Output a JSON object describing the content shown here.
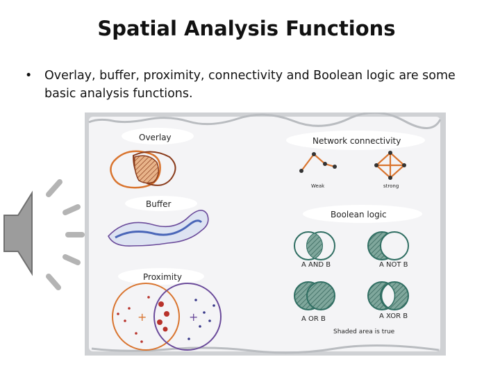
{
  "slide": {
    "title": "Spatial Analysis Functions",
    "bullet": "Overlay, buffer, proximity, connectivity and Boolean logic are some basic analysis functions."
  },
  "figure": {
    "overlay_label": "Overlay",
    "buffer_label": "Buffer",
    "proximity_label": "Proximity",
    "network_label": "Network connectivity",
    "network_weak": "Weak",
    "network_strong": "strong",
    "boolean_label": "Boolean logic",
    "ops": {
      "and": "A AND B",
      "not": "A NOT B",
      "or": "A OR B",
      "xor": "A XOR B"
    },
    "shaded_caption": "Shaded area is true",
    "colors": {
      "orange": "#d9742e",
      "purple": "#6a4a9a",
      "teal": "#2f6e62",
      "blue": "#4a66b8",
      "red": "#b8322a"
    }
  },
  "icons": {
    "speaker": "speaker-icon"
  }
}
